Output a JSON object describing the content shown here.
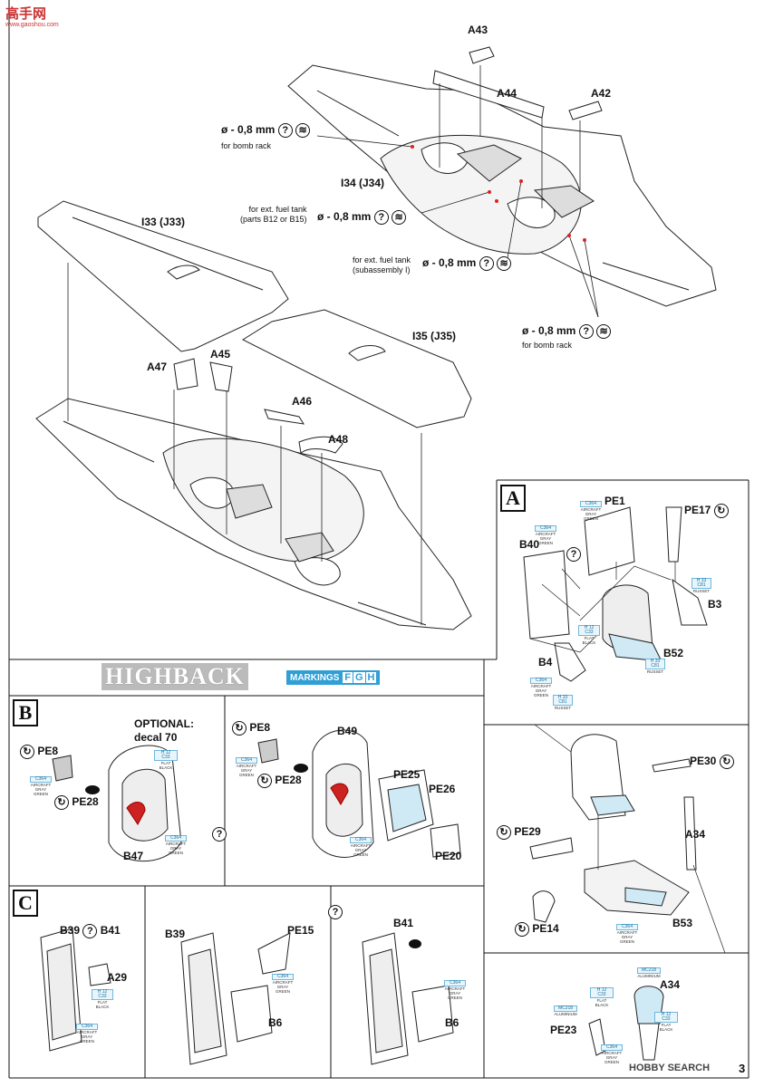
{
  "watermark_top": {
    "cn": "高手网",
    "site": "www.gaoshou.com"
  },
  "watermark_bottom": "HOBBY SEARCH",
  "page_number": "3",
  "banner": {
    "title": "HIGHBACK",
    "markings_label": "MARKINGS",
    "markings_codes": [
      "F",
      "G",
      "H"
    ]
  },
  "sections": {
    "A": "A",
    "B": "B",
    "C": "C"
  },
  "main": {
    "parts": [
      "A43",
      "A44",
      "A42",
      "I34 (J34)",
      "I33 (J33)",
      "I35 (J35)",
      "A45",
      "A47",
      "A46",
      "A48"
    ],
    "drill_notes": [
      {
        "size": "ø - 0,8 mm",
        "note": "for bomb rack"
      },
      {
        "size": "ø - 0,8 mm",
        "note": "for ext. fuel tank\n(parts B12 or B15)"
      },
      {
        "size": "ø - 0,8 mm",
        "note": "for ext. fuel tank\n(subassembly I)"
      },
      {
        "size": "ø - 0,8 mm",
        "note": "for bomb rack"
      }
    ]
  },
  "secA": {
    "parts": [
      "PE1",
      "PE17",
      "B40",
      "B3",
      "B52",
      "B4",
      "PE30",
      "PE29",
      "A34",
      "PE14",
      "B53",
      "A34",
      "PE23"
    ],
    "paints": [
      {
        "code": "C364",
        "name": "AIRCRAFT\nGRAY GREEN"
      },
      {
        "code": "C364",
        "name": "AIRCRAFT\nGRAY GREEN"
      },
      {
        "code": "H 12\nC33",
        "name": "FLAT BLACK"
      },
      {
        "code": "H 33\nC81",
        "name": "RUSSET"
      },
      {
        "code": "H 33\nC81",
        "name": "RUSSET"
      },
      {
        "code": "C364",
        "name": "AIRCRAFT\nGRAY GREEN"
      },
      {
        "code": "H 33\nC81",
        "name": "RUSSET"
      },
      {
        "code": "C364",
        "name": "AIRCRAFT\nGRAY GREEN"
      },
      {
        "code": "MC218",
        "name": "ALUMINIUM"
      },
      {
        "code": "H 12\nC33",
        "name": "FLAT BLACK"
      },
      {
        "code": "MC218",
        "name": "ALUMINIUM"
      },
      {
        "code": "H 12\nC33",
        "name": "FLAT BLACK"
      },
      {
        "code": "C364",
        "name": "AIRCRAFT\nGRAY GREEN"
      }
    ]
  },
  "secB": {
    "optional": "OPTIONAL:\ndecal 70",
    "parts": [
      "PE8",
      "PE28",
      "B47",
      "PE8",
      "PE28",
      "B49",
      "PE25",
      "PE26",
      "PE20"
    ],
    "paints": [
      {
        "code": "H 12\nC33",
        "name": "FLAT BLACK"
      },
      {
        "code": "C364",
        "name": "AIRCRAFT\nGRAY GREEN"
      },
      {
        "code": "C364",
        "name": "AIRCRAFT\nGRAY GREEN"
      },
      {
        "code": "C364",
        "name": "AIRCRAFT\nGRAY GREEN"
      },
      {
        "code": "C364",
        "name": "AIRCRAFT\nGRAY GREEN"
      }
    ]
  },
  "secC": {
    "parts": [
      "B39",
      "B41",
      "A29",
      "B39",
      "PE15",
      "B6",
      "B41",
      "B6"
    ],
    "paints": [
      {
        "code": "H 12\nC33",
        "name": "FLAT BLACK"
      },
      {
        "code": "C364",
        "name": "AIRCRAFT\nGRAY GREEN"
      },
      {
        "code": "C364",
        "name": "AIRCRAFT\nGRAY GREEN"
      },
      {
        "code": "C364",
        "name": "AIRCRAFT\nGRAY GREEN"
      }
    ]
  },
  "icons": {
    "question": "?",
    "rotate": "↻",
    "drill": "drill-icon"
  }
}
